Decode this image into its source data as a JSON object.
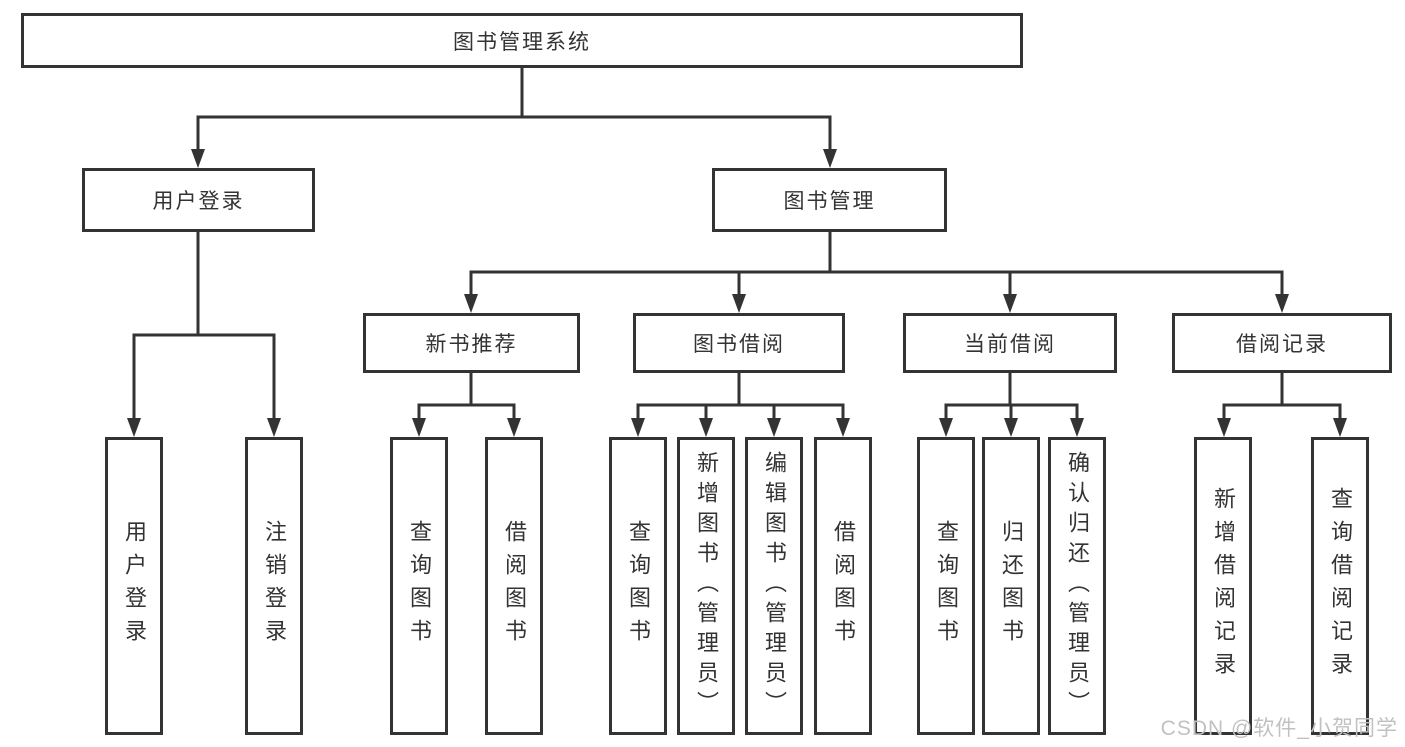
{
  "diagram": {
    "root": {
      "label": "图书管理系统"
    },
    "level2": [
      {
        "label": "用户登录"
      },
      {
        "label": "图书管理"
      }
    ],
    "level3": [
      {
        "label": "新书推荐",
        "parent": "图书管理"
      },
      {
        "label": "图书借阅",
        "parent": "图书管理"
      },
      {
        "label": "当前借阅",
        "parent": "图书管理"
      },
      {
        "label": "借阅记录",
        "parent": "图书管理"
      }
    ],
    "leaves": [
      {
        "label": "用户登录",
        "parent": "用户登录"
      },
      {
        "label": "注销登录",
        "parent": "用户登录"
      },
      {
        "label": "查询图书",
        "parent": "新书推荐"
      },
      {
        "label": "借阅图书",
        "parent": "新书推荐"
      },
      {
        "label": "查询图书",
        "parent": "图书借阅"
      },
      {
        "label": "新增图书（管理员）",
        "parent": "图书借阅"
      },
      {
        "label": "编辑图书（管理员）",
        "parent": "图书借阅"
      },
      {
        "label": "借阅图书",
        "parent": "图书借阅"
      },
      {
        "label": "查询图书",
        "parent": "当前借阅"
      },
      {
        "label": "归还图书",
        "parent": "当前借阅"
      },
      {
        "label": "确认归还（管理员）",
        "parent": "当前借阅"
      },
      {
        "label": "新增借阅记录",
        "parent": "借阅记录"
      },
      {
        "label": "查询借阅记录",
        "parent": "借阅记录"
      }
    ]
  },
  "watermark": {
    "text": "CSDN @软件_小贺同学"
  },
  "colors": {
    "line": "#333333",
    "border": "#333333",
    "text": "#333333",
    "watermark": "#c1c1c1",
    "background": "#ffffff"
  }
}
